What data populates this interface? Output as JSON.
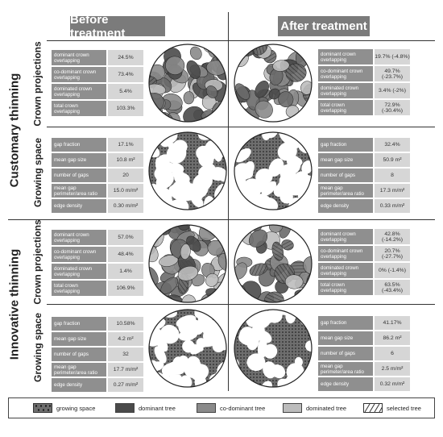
{
  "headers": {
    "before": "Before treatment",
    "after": "After treatment"
  },
  "groups": [
    {
      "title": "Customary thinning",
      "crown": {
        "label": "Crown projections",
        "before": [
          {
            "label": "dominant crown overlapping",
            "value": "24.5%"
          },
          {
            "label": "co-dominant crown overlapping",
            "value": "73.4%"
          },
          {
            "label": "dominated crown overlapping",
            "value": "5.4%"
          },
          {
            "label": "total crown overlapping",
            "value": "103.3%"
          }
        ],
        "after": [
          {
            "label": "dominant crown overlapping",
            "value": "19.7% (-4.8%)"
          },
          {
            "label": "co-dominant crown overlapping",
            "value": "49.7% (-23.7%)"
          },
          {
            "label": "dominated crown overlapping",
            "value": "3.4% (-2%)"
          },
          {
            "label": "total crown overlapping",
            "value": "72.9% (-30.4%)"
          }
        ]
      },
      "space": {
        "label": "Growing space",
        "before": [
          {
            "label": "gap fraction",
            "value": "17.1%"
          },
          {
            "label": "mean gap size",
            "value": "10.8 m²"
          },
          {
            "label": "number of gaps",
            "value": "20"
          },
          {
            "label": "mean gap perimeter/area ratio",
            "value": "15.0 m/m²"
          },
          {
            "label": "edge density",
            "value": "0.30 m/m²"
          }
        ],
        "after": [
          {
            "label": "gap fraction",
            "value": "32.4%"
          },
          {
            "label": "mean gap size",
            "value": "50.9 m²"
          },
          {
            "label": "number of gaps",
            "value": "8"
          },
          {
            "label": "mean gap perimeter/area ratio",
            "value": "17.3 m/m²"
          },
          {
            "label": "edge density",
            "value": "0.33 m/m²"
          }
        ]
      }
    },
    {
      "title": "Innovative thinning",
      "crown": {
        "label": "Crown projections",
        "before": [
          {
            "label": "dominant crown overlapping",
            "value": "57.0%"
          },
          {
            "label": "co-dominant crown overlapping",
            "value": "48.4%"
          },
          {
            "label": "dominated crown overlapping",
            "value": "1.4%"
          },
          {
            "label": "total crown overlapping",
            "value": "106.9%"
          }
        ],
        "after": [
          {
            "label": "dominant crown overlapping",
            "value": "42.8% (-14.2%)"
          },
          {
            "label": "co-dominant crown overlapping",
            "value": "20.7% (-27.7%)"
          },
          {
            "label": "dominated crown overlapping",
            "value": "0% (-1.4%)"
          },
          {
            "label": "total crown overlapping",
            "value": "63.5% (-43.4%)"
          }
        ]
      },
      "space": {
        "label": "Growing space",
        "before": [
          {
            "label": "gap fraction",
            "value": "10.58%"
          },
          {
            "label": "mean gap size",
            "value": "4.2 m²"
          },
          {
            "label": "number of gaps",
            "value": "32"
          },
          {
            "label": "mean gap perimeter/area ratio",
            "value": "17.7 m/m²"
          },
          {
            "label": "edge density",
            "value": "0.27 m/m²"
          }
        ],
        "after": [
          {
            "label": "gap fraction",
            "value": "41.17%"
          },
          {
            "label": "mean gap size",
            "value": "86.2 m²"
          },
          {
            "label": "number of gaps",
            "value": "6"
          },
          {
            "label": "mean gap perimeter/area ratio",
            "value": "2.5 m/m²"
          },
          {
            "label": "edge density",
            "value": "0.32 m/m²"
          }
        ]
      }
    }
  ],
  "legend": [
    {
      "label": "growing space",
      "kind": "dots"
    },
    {
      "label": "dominant tree",
      "color": "#4a4a4a"
    },
    {
      "label": "co-dominant tree",
      "color": "#8a8a8a"
    },
    {
      "label": "dominated tree",
      "color": "#bcbcbc"
    },
    {
      "label": "selected tree",
      "kind": "hatch"
    }
  ]
}
